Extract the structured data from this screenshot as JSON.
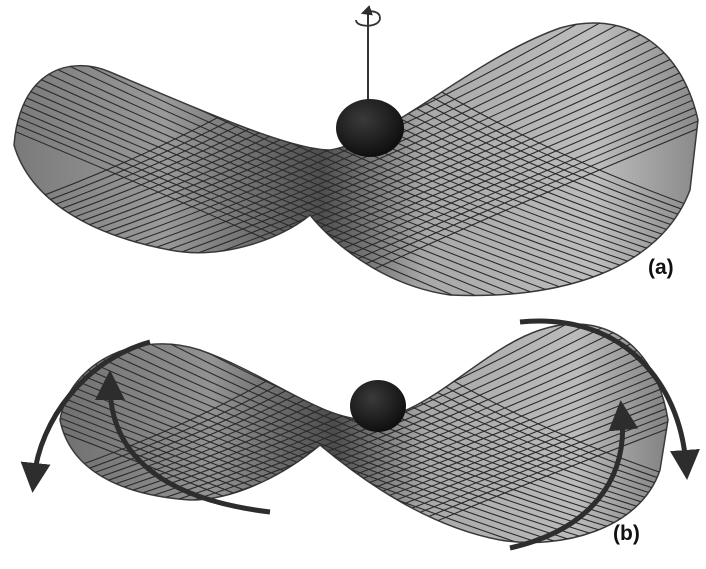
{
  "panels": [
    {
      "label": "(a)",
      "surface": "saddle",
      "ball": "on-saddle-point",
      "rotation_indicator": "vertical-axis-with-curved-arrow"
    },
    {
      "label": "(b)",
      "surface": "saddle",
      "ball": "on-saddle-point",
      "motion_arrows": [
        "left-downward-arrow",
        "left-upward-arrow",
        "right-downward-arrow",
        "right-upward-arrow"
      ]
    }
  ],
  "colors": {
    "surface_light": "#b4b4b4",
    "surface_dark": "#4e4e4e",
    "mesh": "#2a2a2a",
    "ball": "#151515",
    "arrow": "#2d2d2d",
    "background": "#ffffff"
  }
}
